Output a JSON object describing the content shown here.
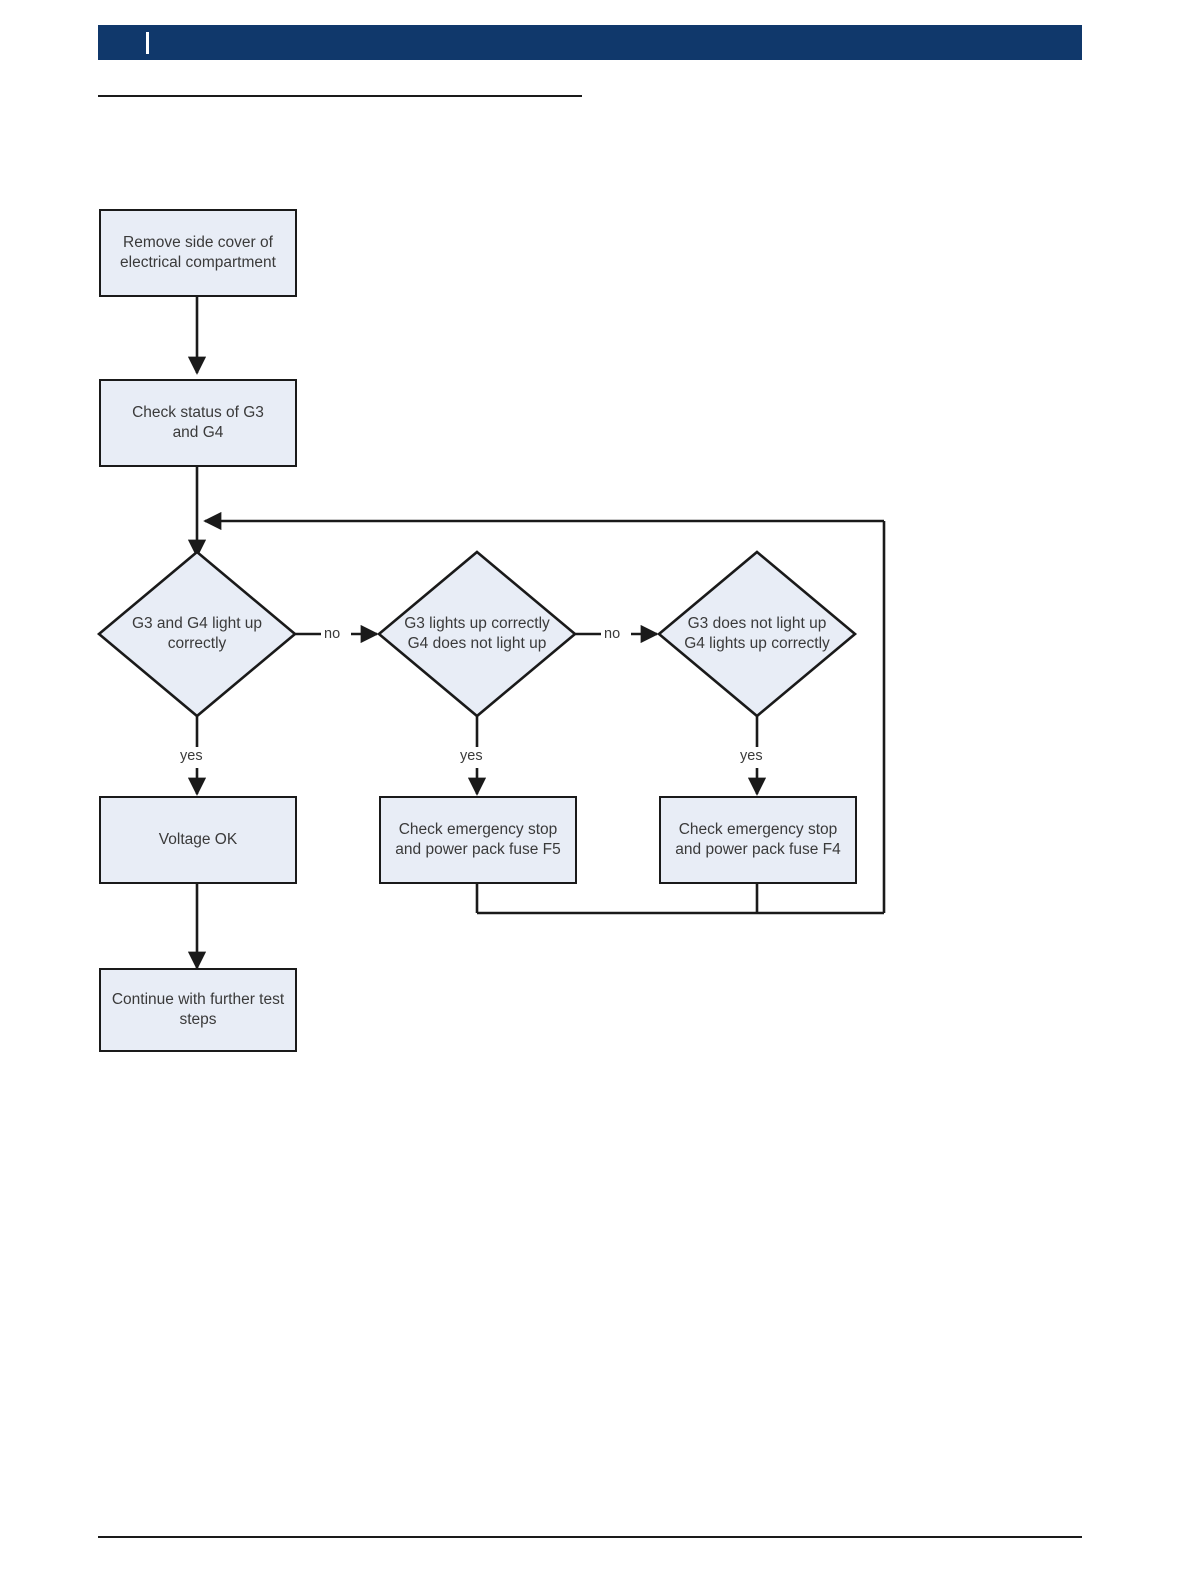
{
  "page": {
    "header": {
      "bar_color": "#10386b",
      "cursor_glyph": "|"
    },
    "background_color": "#ffffff"
  },
  "diagram": {
    "type": "flowchart",
    "title": "",
    "node_fill_color": "#e8edf6",
    "node_border_color": "#1a1a1a",
    "connector_color": "#1a1a1a",
    "nodes": [
      {
        "id": "n1",
        "shape": "process",
        "label": "Remove side cover of\nelectrical compartment"
      },
      {
        "id": "n2",
        "shape": "process",
        "label": "Check status of G3\nand G4"
      },
      {
        "id": "d1",
        "shape": "decision",
        "label": "G3 and G4 light up\ncorrectly"
      },
      {
        "id": "d2",
        "shape": "decision",
        "label": "G3 lights up correctly\nG4 does not light up"
      },
      {
        "id": "d3",
        "shape": "decision",
        "label": "G3 does not light up\nG4 lights up correctly"
      },
      {
        "id": "n3",
        "shape": "process",
        "label": "Voltage OK"
      },
      {
        "id": "n4",
        "shape": "process",
        "label": "Check emergency stop\nand power pack fuse F5"
      },
      {
        "id": "n5",
        "shape": "process",
        "label": "Check emergency stop\nand power pack fuse F4"
      },
      {
        "id": "n6",
        "shape": "process",
        "label": "Continue with further test\nsteps"
      }
    ],
    "edges": [
      {
        "from": "n1",
        "to": "n2",
        "label": ""
      },
      {
        "from": "n2",
        "to": "d1",
        "label": ""
      },
      {
        "from": "d1",
        "to": "d2",
        "label": "no"
      },
      {
        "from": "d2",
        "to": "d3",
        "label": "no"
      },
      {
        "from": "d1",
        "to": "n3",
        "label": "yes"
      },
      {
        "from": "d2",
        "to": "n4",
        "label": "yes"
      },
      {
        "from": "d3",
        "to": "n5",
        "label": "yes"
      },
      {
        "from": "n3",
        "to": "n6",
        "label": ""
      },
      {
        "from": "n4",
        "to": "d1",
        "label": ""
      },
      {
        "from": "n5",
        "to": "d1",
        "label": ""
      }
    ],
    "edge_labels": {
      "no_1": "no",
      "no_2": "no",
      "yes_1": "yes",
      "yes_2": "yes",
      "yes_3": "yes"
    }
  }
}
